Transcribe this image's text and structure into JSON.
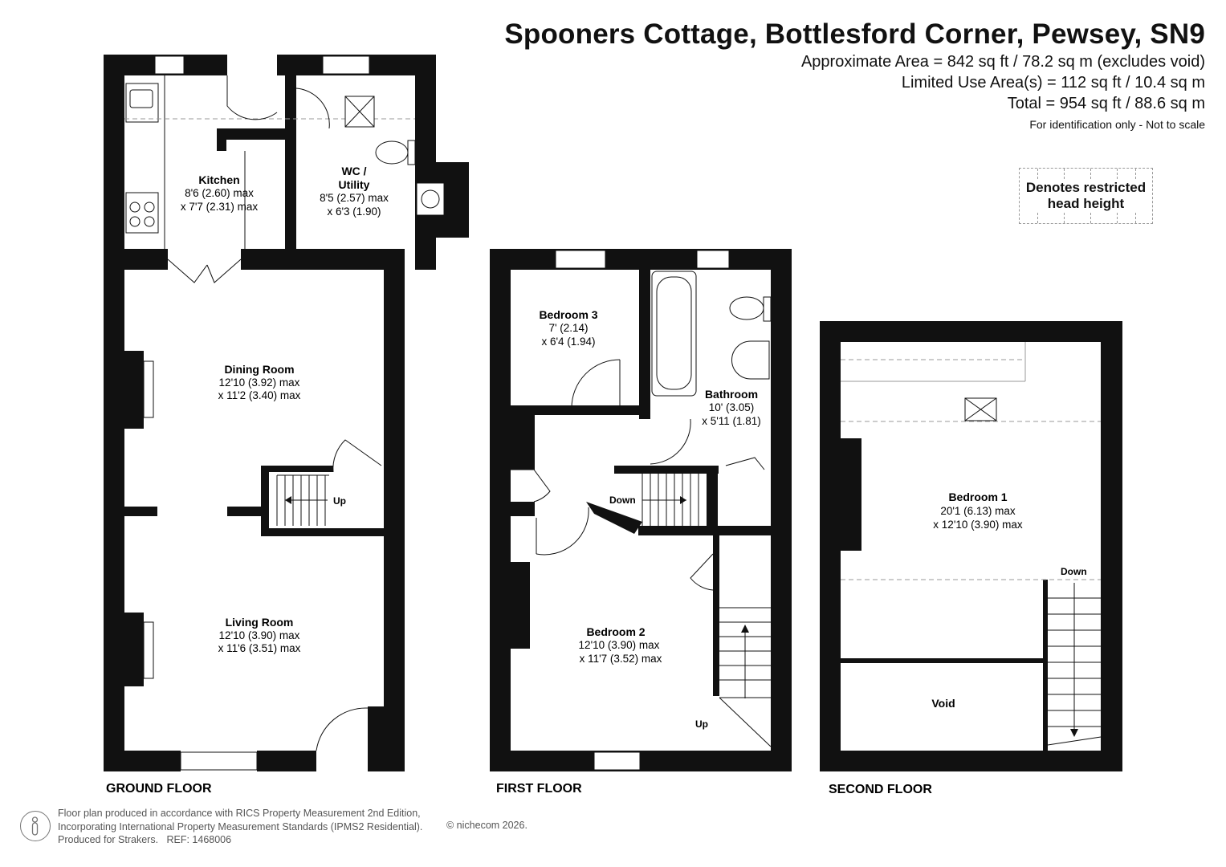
{
  "header": {
    "title": "Spooners Cottage, Bottlesford Corner, Pewsey, SN9",
    "area_lines": [
      "Approximate Area = 842 sq ft / 78.2 sq m (excludes void)",
      "Limited Use Area(s) = 112 sq ft / 10.4 sq m",
      "Total = 954 sq ft / 88.6 sq m"
    ],
    "note": "For identification only - Not to scale"
  },
  "legend": {
    "line1": "Denotes restricted",
    "line2": "head height"
  },
  "floors": {
    "ground": {
      "label": "GROUND FLOOR",
      "rooms": {
        "kitchen": {
          "name": "Kitchen",
          "dim1": "8'6 (2.60) max",
          "dim2": "x 7'7 (2.31) max"
        },
        "wc": {
          "name1": "WC /",
          "name2": "Utility",
          "dim1": "8'5 (2.57) max",
          "dim2": "x 6'3 (1.90)"
        },
        "dining": {
          "name": "Dining Room",
          "dim1": "12'10 (3.92) max",
          "dim2": "x 11'2 (3.40) max"
        },
        "living": {
          "name": "Living Room",
          "dim1": "12'10 (3.90) max",
          "dim2": "x 11'6 (3.51) max"
        }
      },
      "stairs_label": "Up"
    },
    "first": {
      "label": "FIRST FLOOR",
      "rooms": {
        "bedroom3": {
          "name": "Bedroom 3",
          "dim1": "7' (2.14)",
          "dim2": "x 6'4 (1.94)"
        },
        "bathroom": {
          "name": "Bathroom",
          "dim1": "10' (3.05)",
          "dim2": "x 5'11 (1.81)"
        },
        "bedroom2": {
          "name": "Bedroom 2",
          "dim1": "12'10 (3.90) max",
          "dim2": "x 11'7 (3.52) max"
        }
      },
      "stairs_down": "Down",
      "stairs_up": "Up"
    },
    "second": {
      "label": "SECOND FLOOR",
      "rooms": {
        "bedroom1": {
          "name": "Bedroom 1",
          "dim1": "20'1 (6.13) max",
          "dim2": "x 12'10 (3.90) max"
        },
        "void": {
          "name": "Void"
        }
      },
      "stairs_down": "Down"
    }
  },
  "footer": {
    "lines": [
      "Floor plan produced in accordance with RICS Property Measurement 2nd Edition,",
      "Incorporating International Property Measurement Standards (IPMS2 Residential).",
      "Produced for Strakers.   REF: 1468006"
    ],
    "copyright": "© nichecom 2026."
  }
}
